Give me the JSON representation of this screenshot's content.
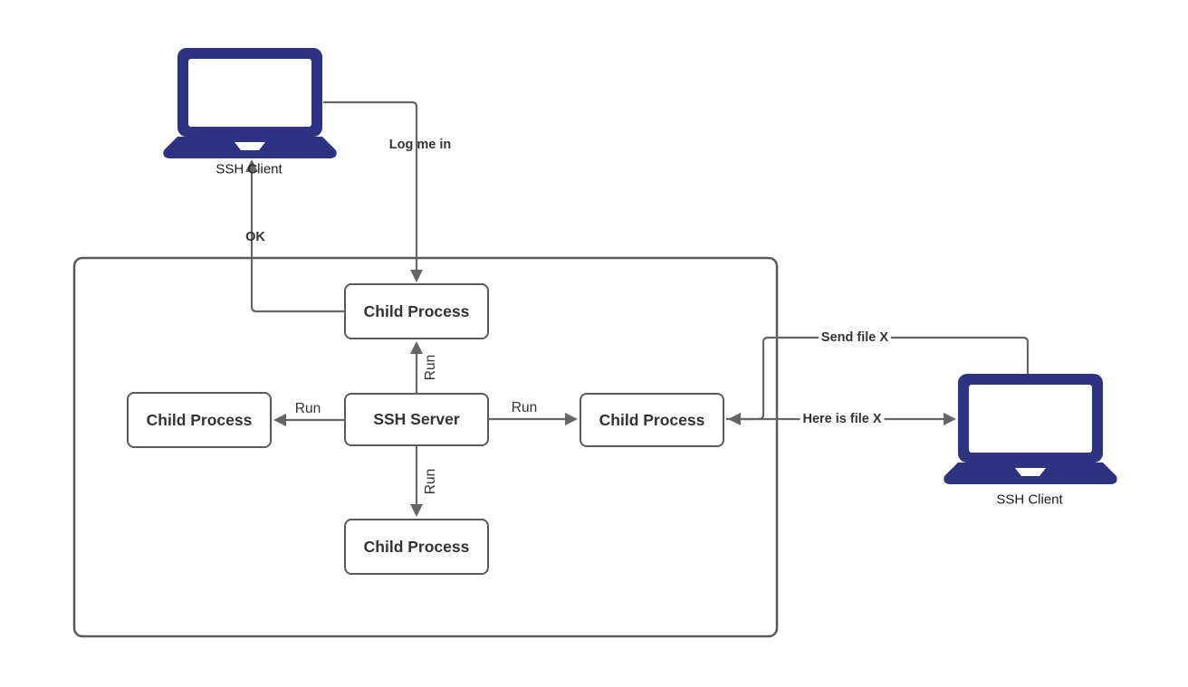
{
  "diagram": {
    "nodes": {
      "ssh_server": {
        "label": "SSH Server"
      },
      "child_top": {
        "label": "Child Process"
      },
      "child_left": {
        "label": "Child Process"
      },
      "child_right": {
        "label": "Child Process"
      },
      "child_bottom": {
        "label": "Child Process"
      }
    },
    "clients": {
      "left": {
        "label": "SSH Client"
      },
      "right": {
        "label": "SSH Client"
      }
    },
    "edges": {
      "log_me_in": {
        "label": "Log me in"
      },
      "ok": {
        "label": "OK"
      },
      "run_up": {
        "label": "Run"
      },
      "run_left": {
        "label": "Run"
      },
      "run_right": {
        "label": "Run"
      },
      "run_down": {
        "label": "Run"
      },
      "send_file": {
        "label": "Send file X"
      },
      "here_is_file": {
        "label": "Here is file X"
      }
    },
    "colors": {
      "laptop": "#2d3282",
      "line": "#666666",
      "node_border": "#595959",
      "text": "#333333"
    }
  }
}
